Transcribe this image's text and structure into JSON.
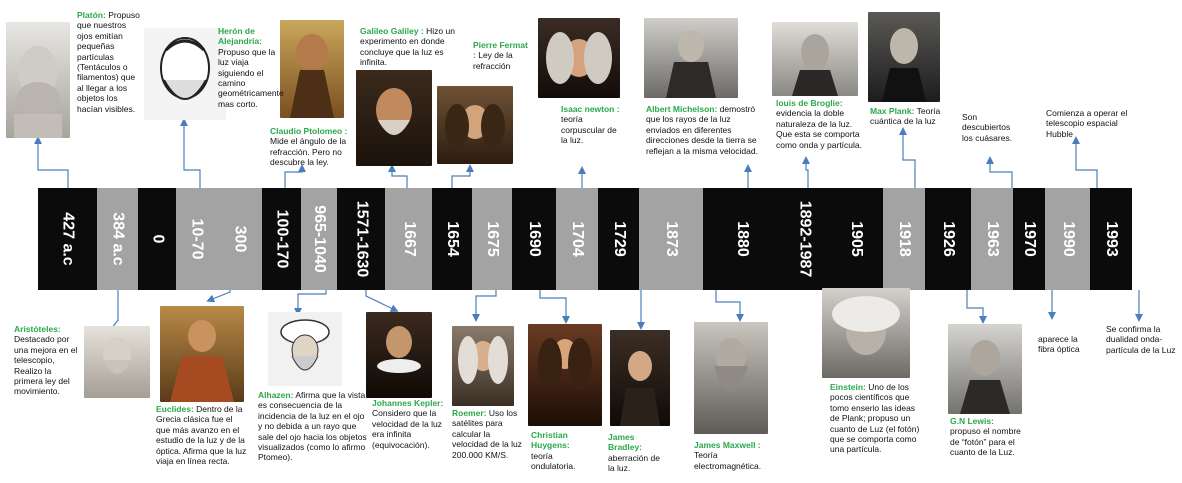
{
  "timeline": [
    {
      "year": "427 a.c",
      "shade": "black"
    },
    {
      "year": "384 a.c",
      "shade": "gray"
    },
    {
      "year": "0",
      "shade": "black"
    },
    {
      "year": "10-70",
      "shade": "gray"
    },
    {
      "year": "300",
      "shade": "gray"
    },
    {
      "year": "100-170",
      "shade": "black"
    },
    {
      "year": "965-1040",
      "shade": "gray"
    },
    {
      "year": "1571-1630",
      "shade": "black"
    },
    {
      "year": "1667",
      "shade": "gray"
    },
    {
      "year": "1654",
      "shade": "black"
    },
    {
      "year": "1675",
      "shade": "gray"
    },
    {
      "year": "1690",
      "shade": "black"
    },
    {
      "year": "1704",
      "shade": "gray"
    },
    {
      "year": "1729",
      "shade": "black"
    },
    {
      "year": "1873",
      "shade": "gray"
    },
    {
      "year": "1880",
      "shade": "black"
    },
    {
      "year": "1892-1987",
      "shade": "black"
    },
    {
      "year": "1905",
      "shade": "black"
    },
    {
      "year": "1918",
      "shade": "gray"
    },
    {
      "year": "1926",
      "shade": "black"
    },
    {
      "year": "1963",
      "shade": "gray"
    },
    {
      "year": "1970",
      "shade": "black"
    },
    {
      "year": "1990",
      "shade": "gray"
    },
    {
      "year": "1993",
      "shade": "black"
    }
  ],
  "events": {
    "platon": {
      "name": "Platón:",
      "text": "Propuso que nuestros ojos emitían pequeñas partículas (Tentáculos o filamentos) que al llegar a los objetos los hacían visibles."
    },
    "heron": {
      "name": "Herón de Alejandría:",
      "text": "Propuso que la luz viaja siguiendo el camino geométricamente mas corto."
    },
    "ptolomeo": {
      "name": "Claudio Ptolomeo :",
      "text": "Mide el ángulo de la refracción. Pero no descubre la ley."
    },
    "galileo": {
      "name": "Galileo Galiley :",
      "text": "Hizo un experimento en donde concluye que la luz es infinita."
    },
    "fermat": {
      "name": "Pierre Fermat :",
      "text": "Ley de la refracción"
    },
    "newton": {
      "name": "Isaac newton :",
      "text": "teoría corpuscular de la luz."
    },
    "michelson": {
      "name": "Albert Michelson:",
      "text": "demostró que los rayos de la luz enviados en diferentes direcciones desde la tierra se reflejan a la misma velocidad."
    },
    "broglie": {
      "name": "louis de Broglie:",
      "text": "evidencia la doble naturaleza de la luz. Que esta se comporta como onda y partícula."
    },
    "plank": {
      "name": "Max Plank:",
      "text": "Teoría cuántica de la luz"
    },
    "cuasares": {
      "text": "Son descubiertos los cuásares."
    },
    "hubble": {
      "text": "Comienza a operar el telescopio espacial Hubble"
    },
    "aristoteles": {
      "name": "Aristóteles:",
      "text": "Destacado por una mejora en el telescopio, Realizo la primera ley del movimiento."
    },
    "euclides": {
      "name": "Euclides:",
      "text": "Dentro de la Grecia clásica fue el que más avanzo en el estudio de la luz y de la óptica. Afirma que la luz viaja en línea recta."
    },
    "alhazen": {
      "name": "Alhazen:",
      "text": "Afirma que la vista es consecuencia de la incidencia de la luz en el ojo y no debida a un rayo que sale del ojo hacia los objetos visualizados (como lo afirmo Ptomeo)."
    },
    "kepler": {
      "name": "Johannes Kepler:",
      "text": "Considero que la velocidad de la luz era infinita (equivocación)."
    },
    "roemer": {
      "name": "Roemer:",
      "text": "Uso los satélites para calcular la velocidad de la luz 200.000 KM/S."
    },
    "huygens": {
      "name": "Christian Huygens:",
      "text": "teoría ondulatoria."
    },
    "bradley": {
      "name": "James Bradley:",
      "text": "aberración de la luz."
    },
    "maxwell": {
      "name": "James Maxwell :",
      "text": "Teoría electromagnética."
    },
    "einstein": {
      "name": "Einstein:",
      "text": "Uno de los pocos científicos que tomo enserio las ideas de Plank; propuso un cuanto de Luz (el fotón) que se comporta como una partícula."
    },
    "lewis": {
      "name": "G.N Lewis:",
      "text": "propuso el nombre de “fotón” para el cuanto de la Luz."
    },
    "fibra": {
      "text": "aparece la fibra óptica"
    },
    "onda": {
      "text": "Se confirma la dualidad onda-partícula de la Luz"
    }
  },
  "colors": {
    "accent_name": "#2aa84a",
    "arrow": "#4a7ebb",
    "band_black": "#0b0b0b",
    "band_gray": "#a3a3a3"
  }
}
